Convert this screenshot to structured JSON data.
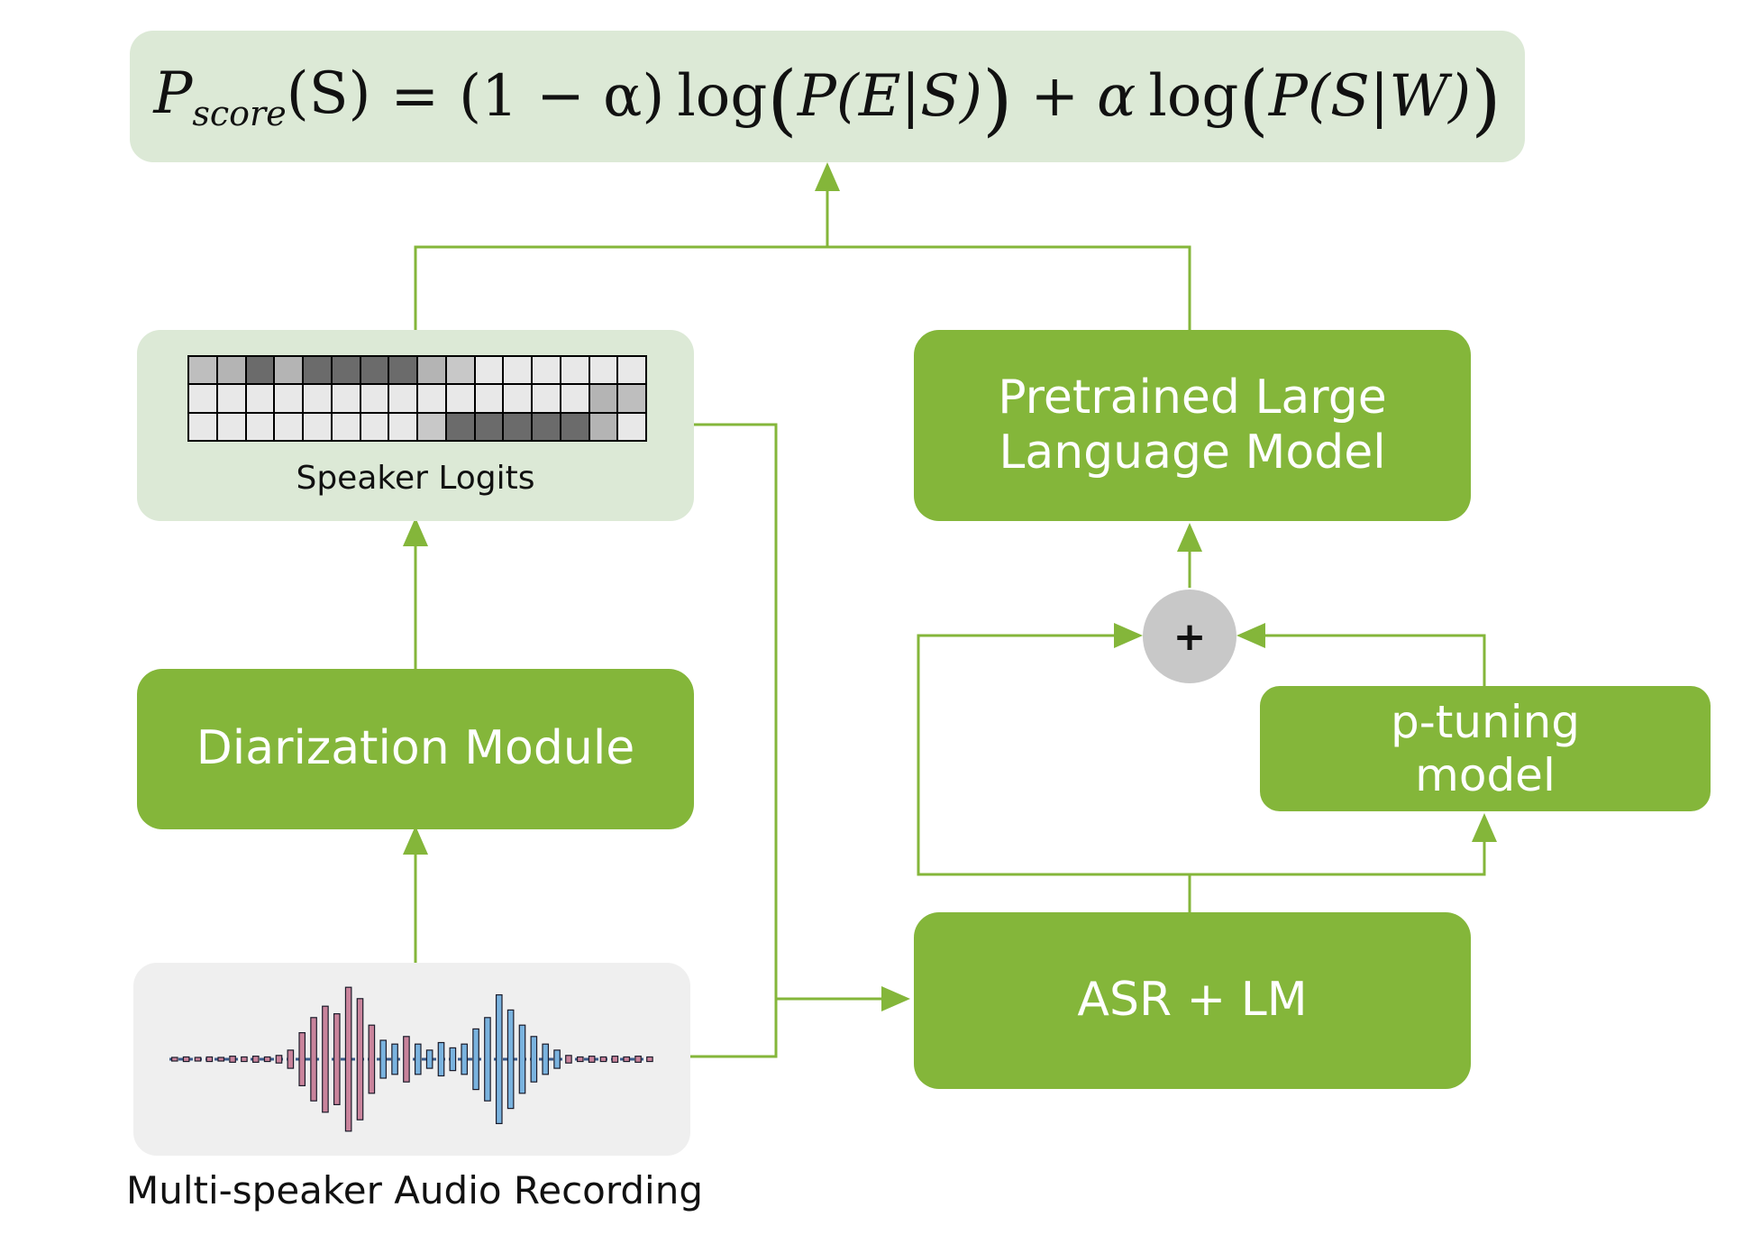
{
  "formula": {
    "lhs_symbol": "P",
    "lhs_subscript": "score",
    "lhs_arg": "(S)",
    "equals": "=",
    "term1_coef": "(1 − α)",
    "log1": "log",
    "term1_inner": "P(E|S)",
    "plus": "+",
    "alpha": "α",
    "log2": "log",
    "term2_inner": "P(S|W)"
  },
  "nodes": {
    "speaker_logits_label": "Speaker Logits",
    "diarization_label": "Diarization Module",
    "audio_label": "Multi-speaker Audio Recording",
    "llm_label": "Pretrained Large Language Model",
    "plus_label": "+",
    "ptuning_label": "p-tuning model",
    "asr_label": "ASR + LM"
  },
  "speaker_logits_grid": {
    "rows": 3,
    "cols": 16,
    "intensity": [
      [
        0.25,
        0.3,
        0.65,
        0.3,
        0.65,
        0.65,
        0.65,
        0.65,
        0.3,
        0.2,
        0.05,
        0.05,
        0.05,
        0.05,
        0.05,
        0.05
      ],
      [
        0.05,
        0.05,
        0.05,
        0.05,
        0.05,
        0.05,
        0.05,
        0.05,
        0.05,
        0.05,
        0.05,
        0.05,
        0.05,
        0.05,
        0.3,
        0.25
      ],
      [
        0.05,
        0.05,
        0.05,
        0.05,
        0.05,
        0.05,
        0.05,
        0.05,
        0.2,
        0.65,
        0.65,
        0.65,
        0.65,
        0.65,
        0.3,
        0.05
      ]
    ]
  },
  "waveform": {
    "speaker_colors": [
      "#c9849c",
      "#7ab3df"
    ],
    "bar_amplitudes": [
      0.02,
      0.03,
      0.02,
      0.03,
      0.02,
      0.04,
      0.03,
      0.04,
      0.03,
      0.05,
      0.12,
      0.35,
      0.55,
      0.7,
      0.6,
      0.95,
      0.8,
      0.45,
      0.25,
      0.2,
      0.3,
      0.2,
      0.12,
      0.22,
      0.15,
      0.2,
      0.4,
      0.55,
      0.85,
      0.65,
      0.45,
      0.3,
      0.2,
      0.12,
      0.05,
      0.03,
      0.04,
      0.03,
      0.04,
      0.03,
      0.04,
      0.03
    ],
    "bar_speaker": [
      0,
      0,
      0,
      0,
      0,
      0,
      0,
      0,
      0,
      0,
      0,
      0,
      0,
      0,
      0,
      0,
      0,
      0,
      1,
      1,
      0,
      1,
      1,
      1,
      1,
      1,
      1,
      1,
      1,
      1,
      1,
      1,
      1,
      1,
      0,
      0,
      0,
      0,
      0,
      0,
      0,
      0
    ]
  },
  "colors": {
    "accent_green": "#84b63a",
    "light_green": "#dce9d6",
    "panel_gray": "#efefef",
    "circle_gray": "#c8c8c8"
  }
}
